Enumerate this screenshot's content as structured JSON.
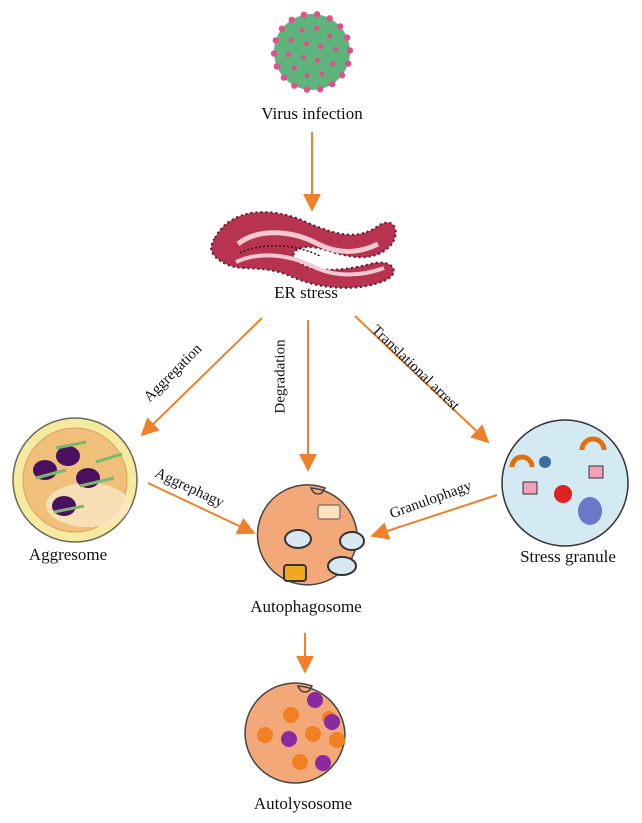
{
  "nodes": {
    "virus": "Virus infection",
    "er": "ER stress",
    "aggresome": "Aggresome",
    "autophagosome": "Autophagosome",
    "stress_granule": "Stress granule",
    "autolysosome": "Autolysosome"
  },
  "edges": {
    "aggregation": "Aggregation",
    "degradation": "Degradation",
    "translational_arrest": "Translational arrest",
    "aggrephagy": "Aggrephagy",
    "granulophagy": "Granulophagy"
  },
  "colors": {
    "arrow": "#f0802a",
    "virus": "#5fb37c",
    "virus_spikes": "#e0508f",
    "er": "#b8334f",
    "autophagosome": "#f2a878",
    "stress_granule": "#d4eaf2",
    "aggresome_outer": "#f6eaa0",
    "aggresome_inner": "#f0c07a",
    "autolysosome_orange": "#f08020",
    "autolysosome_purple": "#8a2aa0"
  }
}
